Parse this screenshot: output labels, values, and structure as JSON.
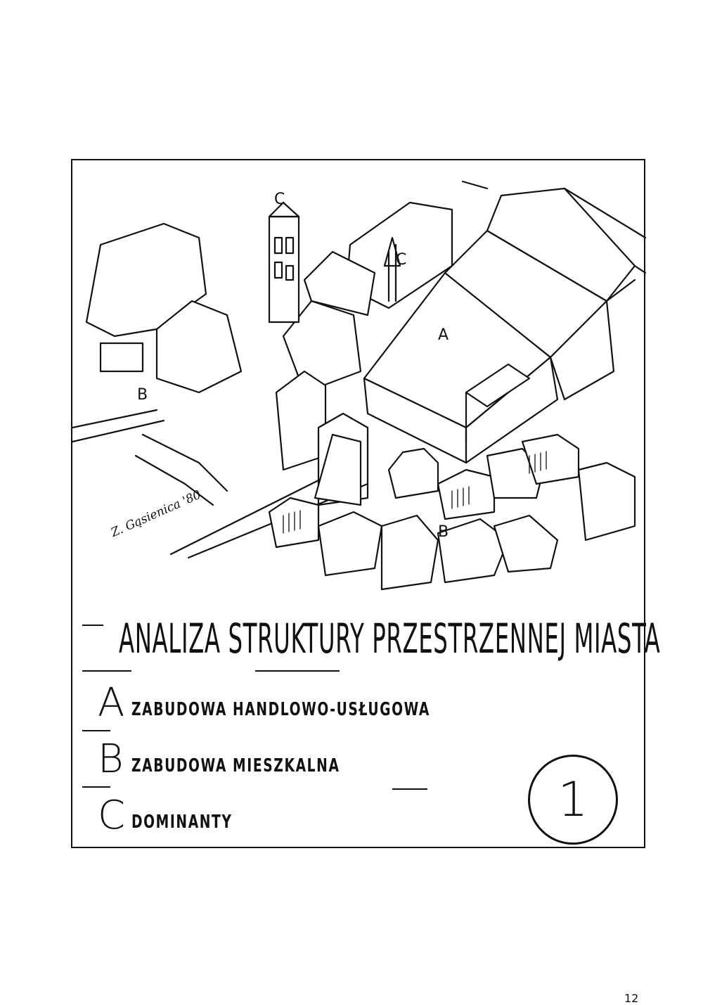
{
  "title": "ANALIZA STRUKTURY PRZESTRZENNEJ MIASTA",
  "legend": [
    {
      "letter": "A",
      "text": "ZABUDOWA HANDLOWO-USŁUGOWA"
    },
    {
      "letter": "B",
      "text": "ZABUDOWA MIESZKALNA"
    },
    {
      "letter": "C",
      "text": "DOMINANTY"
    }
  ],
  "badge_number": "1",
  "signature": "Z. Gąsienica '80",
  "map_labels": {
    "a": "A",
    "b_left": "B",
    "b_right": "B",
    "c_top": "C",
    "c_mid": "C"
  },
  "page_number": "12"
}
